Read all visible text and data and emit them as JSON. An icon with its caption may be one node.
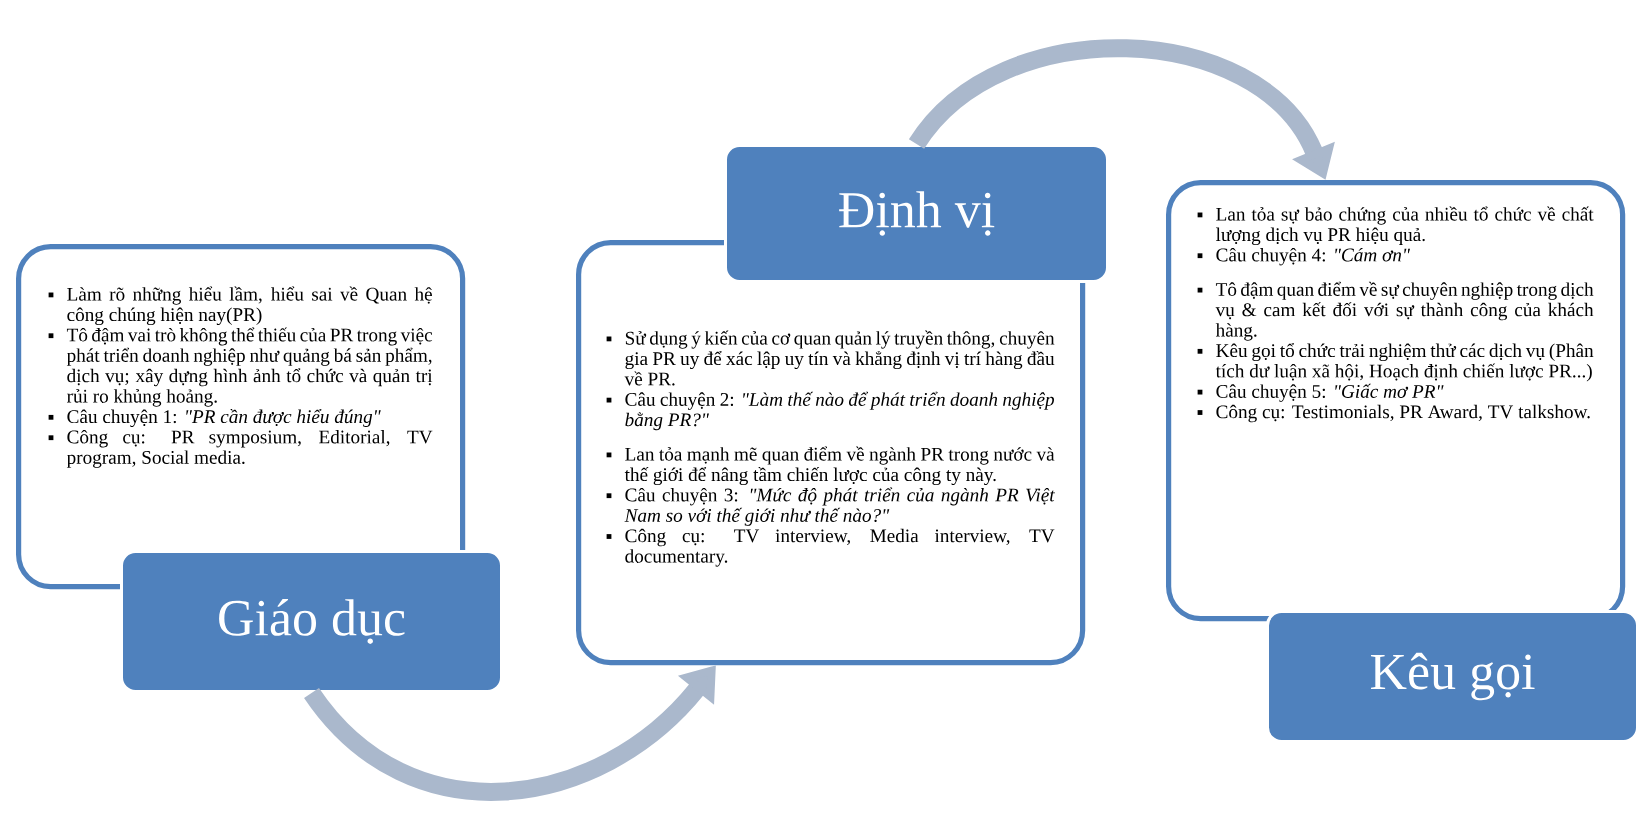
{
  "diagram": {
    "nodes": [
      {
        "text": [
          "Làm rõ những hiểu lầm, hiểu sai về Quan hệ công chúng hiện nay(PR)",
          "Tô đậm vai trò không thể thiếu của PR trong việc phát triển doanh nghiệp như quảng bá sản phẩm, dịch vụ; xây dựng hình ảnh tổ chức và quản trị rủi ro khủng hoảng.",
          "Câu chuyện 1: *\"PR cần được hiểu đúng\"*",
          "Công cụ: PR symposium, Editorial, TV program, Social media."
        ]
      },
      {
        "text": [
          "Giáo dục"
        ]
      },
      {
        "text": [
          "Định vị"
        ]
      },
      {
        "text": [
          "Sử dụng ý kiến của cơ quan quản lý truyền thông, chuyên gia PR uy để xác lập uy tín và khẳng định vị trí hàng đầu về PR.",
          "Câu chuyện 2: *\"Làm thế nào để phát triển doanh nghiệp bằng PR?\"*",
          "Lan tỏa mạnh mẽ quan điểm về ngành PR trong nước và thế giới để nâng tầm chiến lược của công ty này.",
          "Câu chuyện 3: *\"Mức độ phát triển của ngành PR Việt Nam so với thế giới như thế nào?\"*",
          "Công cụ: TV interview, Media interview, TV documentary."
        ]
      },
      {
        "text": [
          "Lan tỏa sự bảo chứng của nhiều tổ chức về chất lượng dịch vụ PR hiệu quả.",
          "Câu chuyện 4: *\"Cám ơn\"*",
          "Tô đậm quan điểm về sự chuyên nghiệp trong dịch vụ & cam kết đối với sự thành công của khách hàng.",
          "Kêu gọi tổ chức trải nghiệm thử các dịch vụ (Phân tích dư luận xã hội, Hoạch định chiến lược PR...)",
          "Câu chuyện 5: *\"Giấc mơ PR\"*",
          "Công cụ: Testimonials, PR Award, TV talkshow."
        ]
      },
      {
        "text": [
          "Kêu gọi"
        ]
      }
    ],
    "edges": [
      {
        "from": 1,
        "to": 3,
        "arrow": "to"
      },
      {
        "from": 2,
        "to": 4,
        "arrow": "to"
      }
    ]
  }
}
